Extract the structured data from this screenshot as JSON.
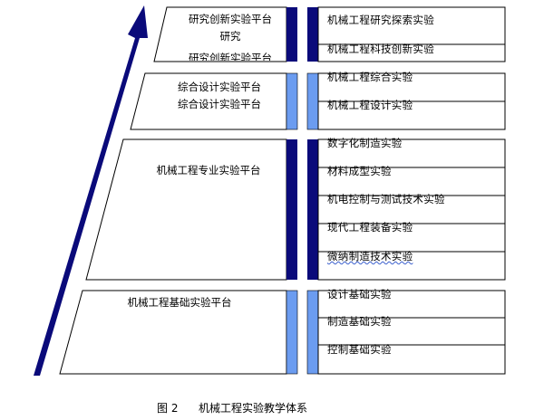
{
  "colors": {
    "dark_bar": "#0a0a7a",
    "light_bar": "#6b9cf0",
    "arrow": "#0a0a7a",
    "line": "#000000"
  },
  "platforms": [
    {
      "label_lines": [
        "研究创新实验平台",
        "研究",
        "研究创新实验平台"
      ],
      "bar_style": "dark"
    },
    {
      "label_lines": [
        "综合设计实验平台",
        "综合设计实验平台"
      ],
      "bar_style": "light"
    },
    {
      "label_lines": [
        "机械工程专业实验平台"
      ],
      "bar_style": "dark"
    },
    {
      "label_lines": [
        "机械工程基础实验平台"
      ],
      "bar_style": "light"
    }
  ],
  "experiments": [
    [
      "机械工程研究探索实验",
      "机械工程科技创新实验"
    ],
    [
      "机械工程综合实验",
      "机械工程设计实验"
    ],
    [
      "数字化制造实验",
      "材料成型实验",
      "机电控制与测试技术实验",
      "现代工程装备实验",
      "微纳制造技术实验"
    ],
    [
      "设计基础实验",
      "制造基础实验",
      "控制基础实验"
    ]
  ],
  "caption": {
    "figure_no": "图 2",
    "title": "机械工程实验教学体系"
  }
}
